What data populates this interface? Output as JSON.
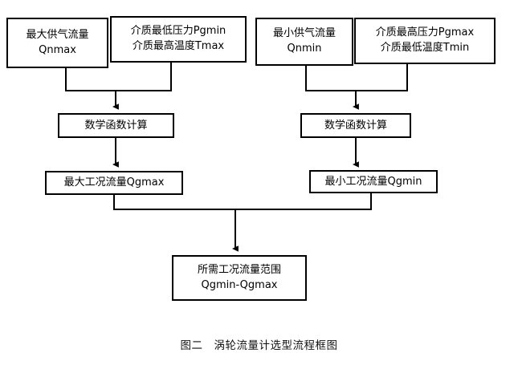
{
  "diagram": {
    "title_caption": "图二　涡轮流量计选型流程框图",
    "nodes": {
      "max_supply_flow": {
        "line1": "最大供气流量",
        "line2": "Qnmax"
      },
      "medium_min_pressure_max_temp": {
        "line1": "介质最低压力Pgmin",
        "line2": "介质最高温度Tmax"
      },
      "min_supply_flow": {
        "line1": "最小供气流量",
        "line2": "Qnmin"
      },
      "medium_max_pressure_min_temp": {
        "line1": "介质最高压力Pgmax",
        "line2": "介质最低温度Tmin"
      },
      "math_function_calc_left": {
        "line1": "数学函数计算"
      },
      "math_function_calc_right": {
        "line1": "数学函数计算"
      },
      "max_working_flow": {
        "line1": "最大工况流量Qgmax"
      },
      "min_working_flow": {
        "line1": "最小工况流量Qgmin"
      },
      "required_flow_range": {
        "line1": "所需工况流量范围",
        "line2": "Qgmin-Qgmax"
      }
    },
    "colors": {
      "box_border": "#000000",
      "box_fill": "#ffffff",
      "connector": "#000000",
      "text": "#000000",
      "background": "#ffffff"
    },
    "edges": [
      {
        "name": "max-supply-to-math-left",
        "from": "max_supply_flow",
        "to": "math_function_calc_left"
      },
      {
        "name": "medium-min-to-math-left",
        "from": "medium_min_pressure_max_temp",
        "to": "math_function_calc_left"
      },
      {
        "name": "min-supply-to-math-right",
        "from": "min_supply_flow",
        "to": "math_function_calc_right"
      },
      {
        "name": "medium-max-to-math-right",
        "from": "medium_max_pressure_min_temp",
        "to": "math_function_calc_right"
      },
      {
        "name": "math-left-to-max-working",
        "from": "math_function_calc_left",
        "to": "max_working_flow"
      },
      {
        "name": "math-right-to-min-working",
        "from": "math_function_calc_right",
        "to": "min_working_flow"
      },
      {
        "name": "max-working-to-range",
        "from": "max_working_flow",
        "to": "required_flow_range"
      },
      {
        "name": "min-working-to-range",
        "from": "min_working_flow",
        "to": "required_flow_range"
      }
    ]
  }
}
